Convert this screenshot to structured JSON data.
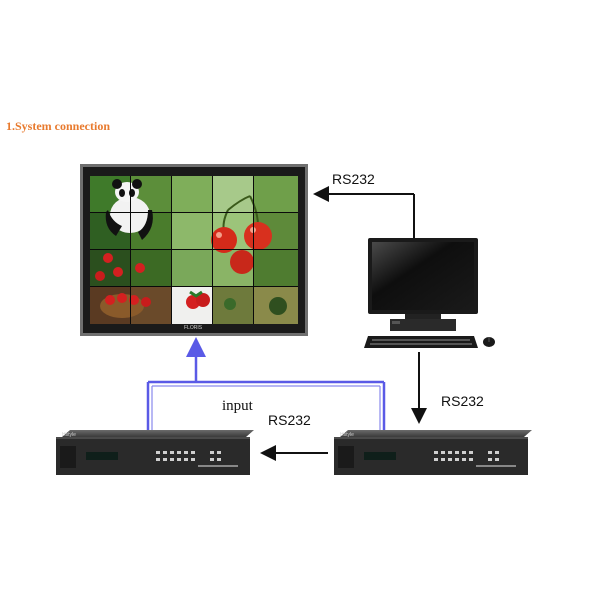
{
  "section_title": "1.System connection",
  "labels": {
    "rs232_top": "RS232",
    "rs232_right": "RS232",
    "rs232_middle": "RS232",
    "input": "input"
  },
  "monitor": {
    "caption": "FLORIS"
  },
  "devices": {
    "brand": "Hstyle"
  },
  "colors": {
    "title": "#e87a2e",
    "cable_blue": "#5a5ae6",
    "arrow": "#111111",
    "device_body": "#2a2a2a"
  },
  "icons": [
    "monitor-icon",
    "pc-monitor-icon",
    "keyboard-icon",
    "mouse-icon",
    "matrix-switcher-icon"
  ]
}
